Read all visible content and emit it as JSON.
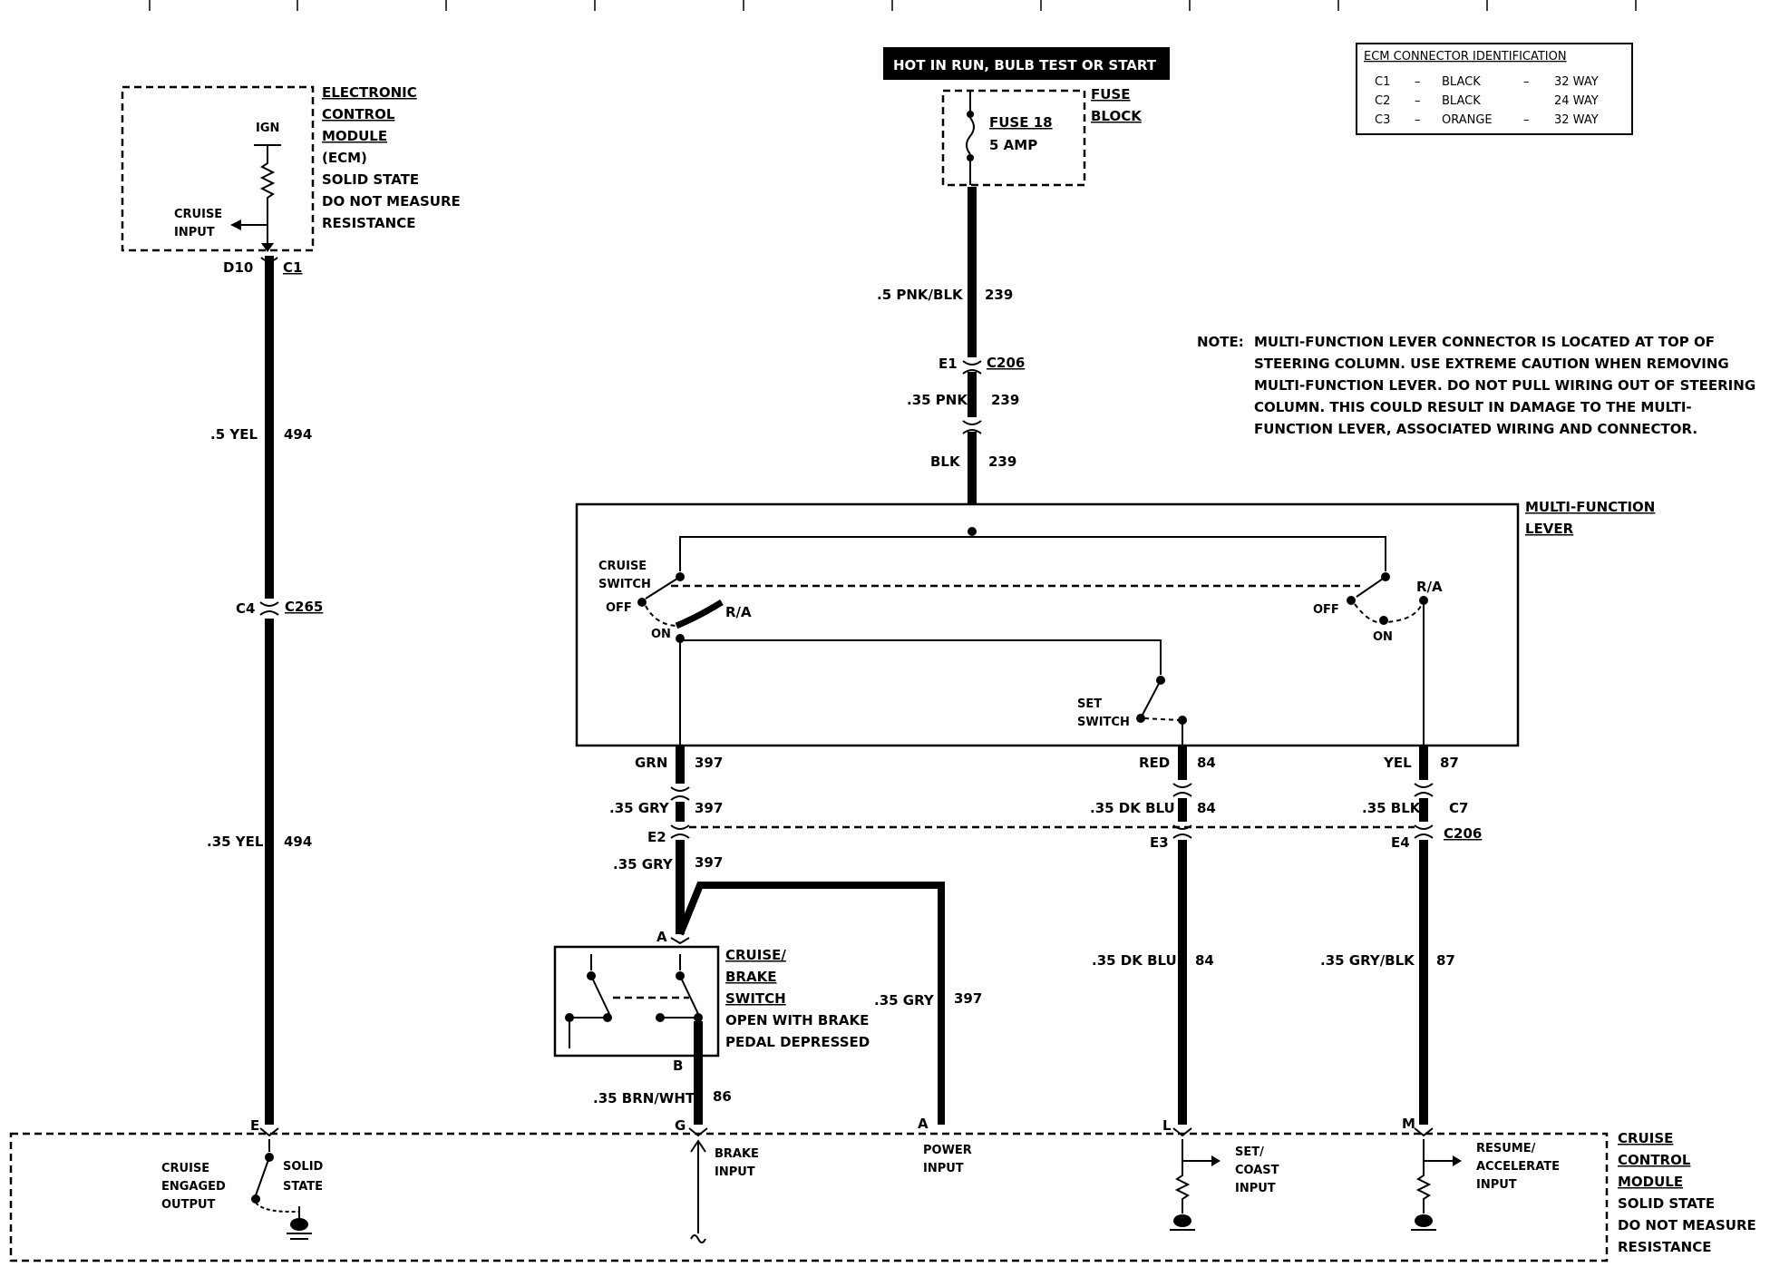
{
  "header": {
    "power_banner": "HOT IN RUN, BULB TEST OR START"
  },
  "ecm_id_table": {
    "title": "ECM CONNECTOR IDENTIFICATION",
    "rows": [
      {
        "conn": "C1",
        "dash1": "–",
        "color": "BLACK",
        "dash2": "–",
        "size": "32 WAY"
      },
      {
        "conn": "C2",
        "dash1": "–",
        "color": "BLACK",
        "dash2": "",
        "size": "24 WAY"
      },
      {
        "conn": "C3",
        "dash1": "–",
        "color": "ORANGE",
        "dash2": "–",
        "size": "32 WAY"
      }
    ]
  },
  "fuse": {
    "block_label_1": "FUSE",
    "block_label_2": "BLOCK",
    "name": "FUSE 18",
    "rating": "5 AMP"
  },
  "ecm": {
    "lines": [
      "ELECTRONIC",
      "CONTROL",
      "MODULE",
      "(ECM)",
      "SOLID STATE",
      "DO NOT MEASURE",
      "RESISTANCE"
    ],
    "ign": "IGN",
    "cruise_input_1": "CRUISE",
    "cruise_input_2": "INPUT",
    "pin": "D10",
    "connector": "C1"
  },
  "wires": {
    "w494_top_gauge": ".5 YEL",
    "w494_top_num": "494",
    "c4": "C4",
    "c265": "C265",
    "w494_bot_gauge": ".35 YEL",
    "w494_bot_num": "494",
    "w239_a_gauge": ".5 PNK/BLK",
    "w239_a_num": "239",
    "e1": "E1",
    "c206_top": "C206",
    "w239_b_gauge": ".35 PNK",
    "w239_b_num": "239",
    "w239_c_gauge": "BLK",
    "w239_c_num": "239",
    "grn": "GRN",
    "grn_num": "397",
    "gry_a": ".35 GRY",
    "gry_a_num": "397",
    "e2": "E2",
    "gry_b": ".35 GRY",
    "gry_b_num": "397",
    "red": "RED",
    "red_num": "84",
    "blu_a": ".35 DK BLU",
    "blu_a_num": "84",
    "e3": "E3",
    "blu_b": ".35 DK BLU",
    "blu_b_num": "84",
    "yel": "YEL",
    "yel_num": "87",
    "blk": ".35 BLK",
    "c7": "C7",
    "e4": "E4",
    "c206_bot": "C206",
    "gryblk": ".35 GRY/BLK",
    "gryblk_num": "87",
    "gry_pwr": ".35 GRY",
    "gry_pwr_num": "397",
    "brnwht": ".35 BRN/WHT",
    "brnwht_num": "86"
  },
  "note": {
    "prefix": "NOTE:",
    "lines": [
      "MULTI-FUNCTION LEVER CONNECTOR IS LOCATED AT TOP OF",
      "STEERING COLUMN. USE EXTREME CAUTION WHEN REMOVING",
      "MULTI-FUNCTION LEVER. DO NOT PULL WIRING OUT OF STEERING",
      "COLUMN. THIS COULD RESULT IN DAMAGE TO THE MULTI-",
      "FUNCTION LEVER, ASSOCIATED WIRING AND CONNECTOR."
    ]
  },
  "lever": {
    "title_1": "MULTI-FUNCTION",
    "title_2": "LEVER",
    "cruise_1": "CRUISE",
    "cruise_2": "SWITCH",
    "off_left": "OFF",
    "on_left": "ON",
    "ra_left": "R/A",
    "off_right": "OFF",
    "on_right": "ON",
    "ra_right": "R/A",
    "set_1": "SET",
    "set_2": "SWITCH"
  },
  "brake_switch": {
    "pin_a": "A",
    "pin_b": "B",
    "lines": [
      "CRUISE/",
      "BRAKE",
      "SWITCH",
      "OPEN WITH BRAKE",
      "PEDAL DEPRESSED"
    ]
  },
  "ccm": {
    "lines": [
      "CRUISE",
      "CONTROL",
      "MODULE",
      "SOLID STATE",
      "DO NOT MEASURE",
      "RESISTANCE"
    ],
    "pin_e": "E",
    "pin_g": "G",
    "pin_a": "A",
    "pin_l": "L",
    "pin_m": "M",
    "engaged_1": "CRUISE",
    "engaged_2": "ENGAGED",
    "engaged_3": "OUTPUT",
    "solid_1": "SOLID",
    "solid_2": "STATE",
    "brake_1": "BRAKE",
    "brake_2": "INPUT",
    "power_1": "POWER",
    "power_2": "INPUT",
    "set_1": "SET/",
    "set_2": "COAST",
    "set_3": "INPUT",
    "res_1": "RESUME/",
    "res_2": "ACCELERATE",
    "res_3": "INPUT"
  }
}
